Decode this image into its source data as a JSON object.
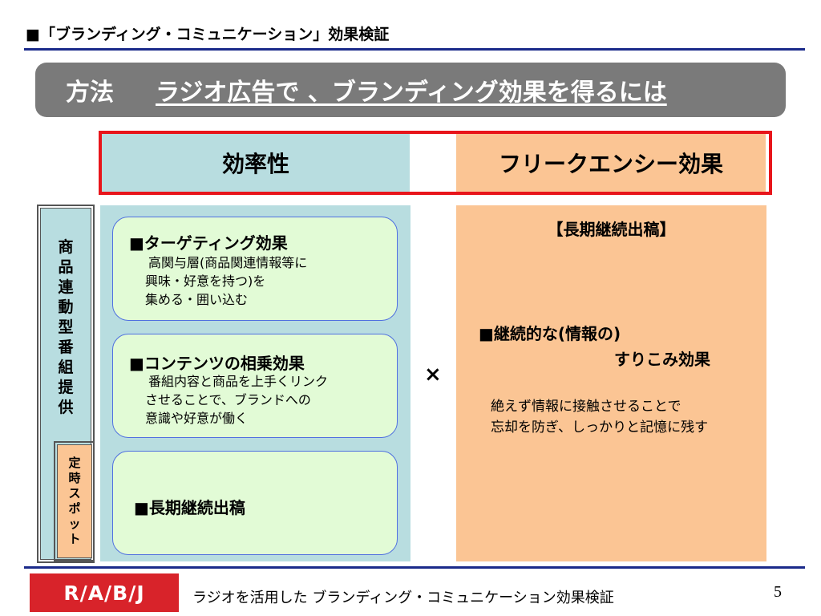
{
  "header": {
    "title": "■「ブランディング・コミュニケーション」効果検証"
  },
  "method": {
    "label": "方法",
    "text": "ラジオ広告で 、ブランディング効果を得るには"
  },
  "columns": {
    "left_title": "効率性",
    "right_title": "フリークエンシー効果",
    "operator": "×"
  },
  "side_labels": {
    "program": "商品連動型番組提供",
    "spot": "定時スポット"
  },
  "left_boxes": [
    {
      "title": "■ターゲティング効果",
      "lines": [
        "高関与層(商品関連情報等に",
        "興味・好意を持つ)を",
        "集める・囲い込む"
      ]
    },
    {
      "title": "■コンテンツの相乗効果",
      "lines": [
        "番組内容と商品を上手くリンク",
        "させることで、ブランドへの",
        "意識や好意が働く"
      ]
    },
    {
      "title": "■長期継続出稿"
    }
  ],
  "right_content": {
    "heading": "【長期継続出稿】",
    "point_line1": "■継続的な(情報の)",
    "point_line2": "すりこみ効果",
    "desc_line1": "絶えず情報に接触させることで",
    "desc_line2": "忘却を防ぎ、しっかりと記憶に残す"
  },
  "footer": {
    "logo": "R/A/B/J",
    "text": "ラジオを活用した ブランディング・コミュニケーション効果検証",
    "page_number": "5"
  },
  "colors": {
    "accent_red": "#e8151b",
    "navy_rule": "#1a2a8a",
    "light_blue": "#b8dde0",
    "peach": "#fbc594",
    "light_green": "#e2fbd6",
    "gray_bar": "#7a7a7a"
  }
}
